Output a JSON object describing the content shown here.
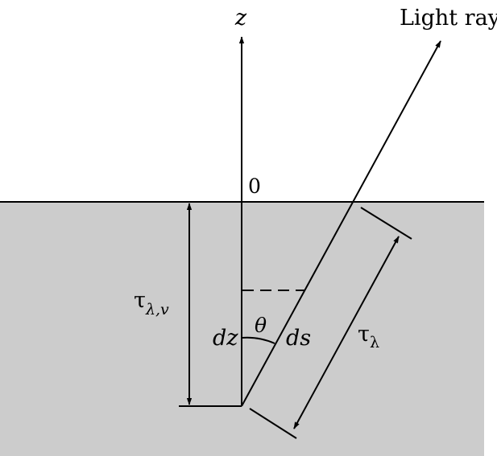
{
  "labels": {
    "z_axis": "z",
    "light_ray": "Light ray",
    "origin": "0",
    "tau_main": "τ",
    "tau_sub": "λ,v",
    "dz": "dz",
    "theta": "θ",
    "ds": "ds",
    "tau_lambda_main": "τ",
    "tau_lambda_sub": "λ"
  },
  "colors": {
    "medium_fill": "#cccccc",
    "background": "#ffffff",
    "line": "#000000"
  }
}
